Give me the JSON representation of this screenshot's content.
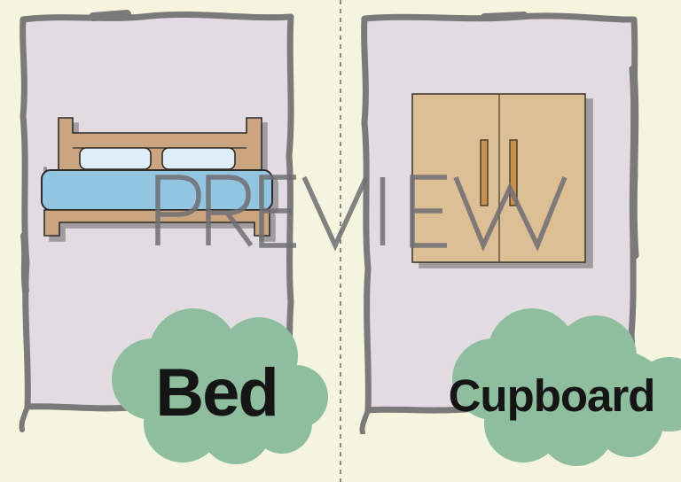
{
  "watermark": {
    "text": "PREVIEW"
  },
  "divider": {
    "type": "vertical-dashed-cut-line"
  },
  "cards": [
    {
      "id": "bed",
      "label": "Bed",
      "illustration": "bed-icon"
    },
    {
      "id": "cupboard",
      "label": "Cupboard",
      "illustration": "cupboard-icon"
    }
  ],
  "colors": {
    "background": "#F5F5DF",
    "card_fill": "#E2DBE2",
    "card_border": "#7A7A7A",
    "cloud_green": "#8EBE9E",
    "label_ink": "#151515",
    "watermark_gray": "#6F6F73",
    "divider_gray": "#8A8A8A",
    "bed_wood": "#CBA580",
    "bed_pillow": "#DFEDF6",
    "bed_blanket": "#92C6E0",
    "bed_outline": "#2E2B28",
    "cupboard_body": "#DCBF95",
    "cupboard_handle": "#C9914C",
    "cupboard_outline": "#403A31",
    "shadow": "rgba(80,78,76,0.45)"
  }
}
